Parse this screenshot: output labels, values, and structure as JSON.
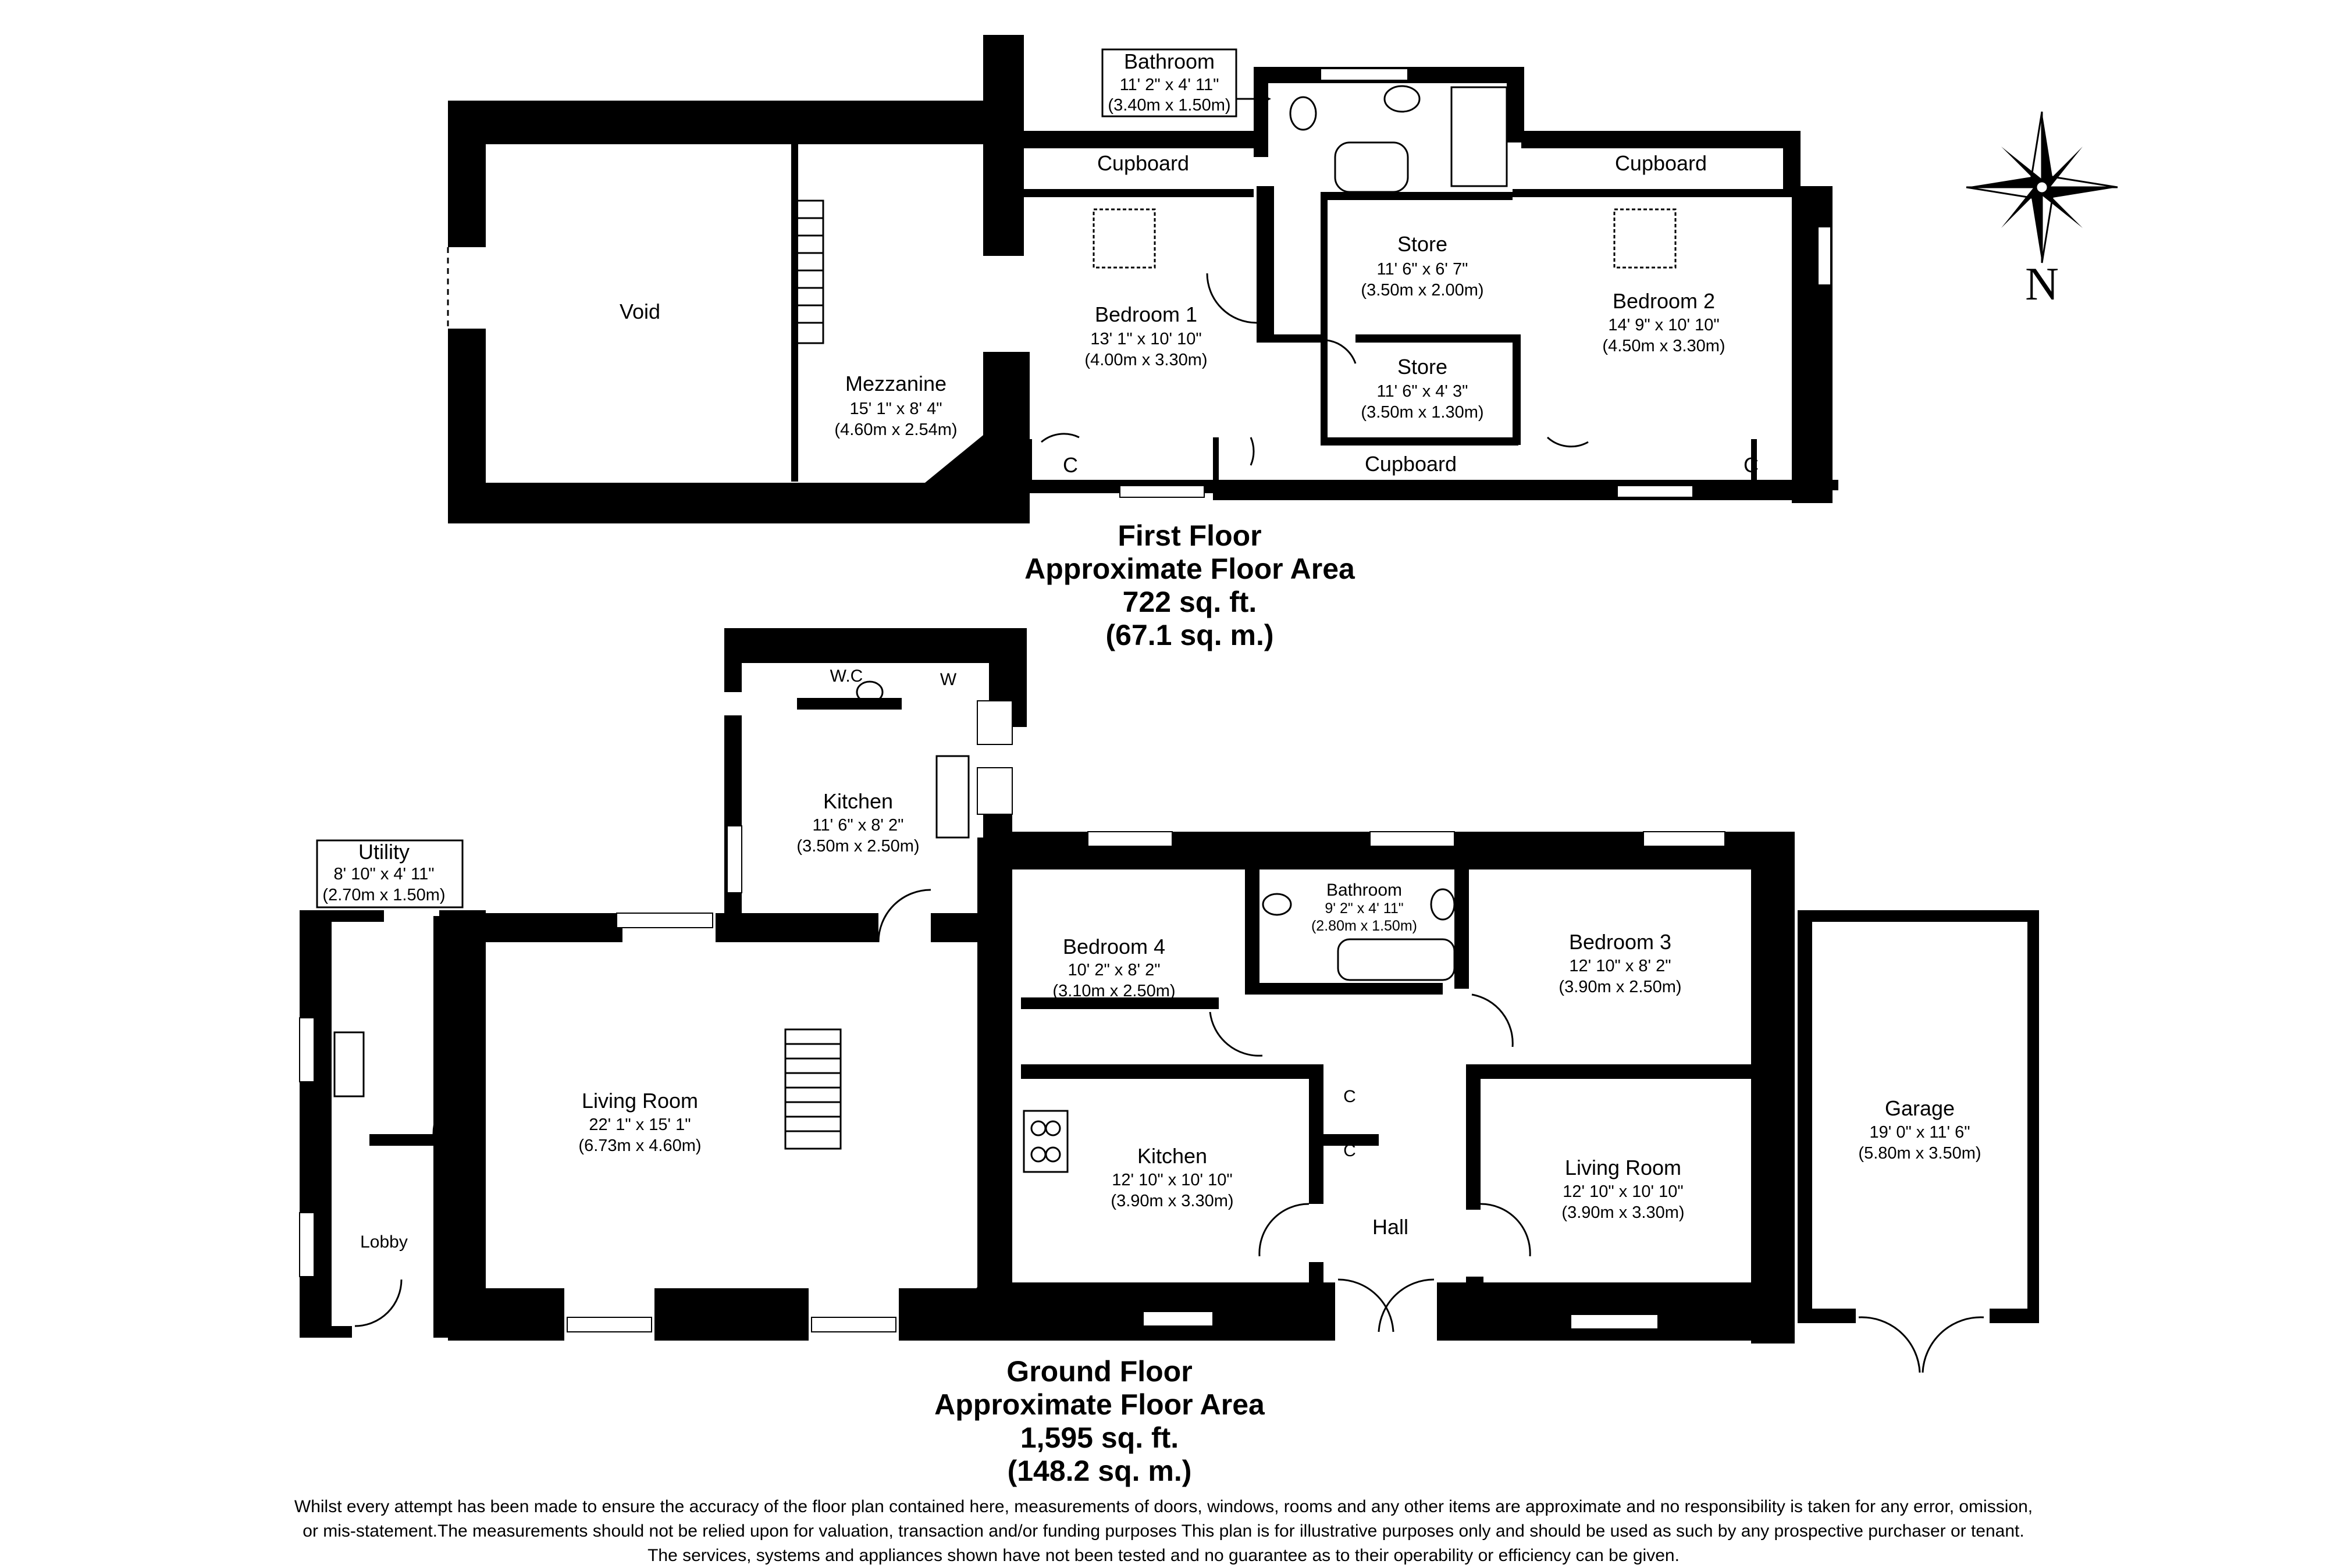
{
  "compass": {
    "label": "N"
  },
  "first_floor": {
    "title": "First Floor",
    "area_label": "Approximate Floor Area",
    "area_sqft": "722 sq. ft.",
    "area_sqm": "(67.1 sq. m.)",
    "rooms": {
      "void": {
        "name": "Void"
      },
      "mezzanine": {
        "name": "Mezzanine",
        "dim_imperial": "15' 1\" x 8' 4\"",
        "dim_metric": "(4.60m x 2.54m)"
      },
      "bedroom1": {
        "name": "Bedroom 1",
        "dim_imperial": "13' 1\" x 10' 10\"",
        "dim_metric": "(4.00m x 3.30m)"
      },
      "bathroom": {
        "name": "Bathroom",
        "dim_imperial": "11' 2\" x 4' 11\"",
        "dim_metric": "(3.40m x 1.50m)"
      },
      "store1": {
        "name": "Store",
        "dim_imperial": "11' 6\" x 6' 7\"",
        "dim_metric": "(3.50m x 2.00m)"
      },
      "store2": {
        "name": "Store",
        "dim_imperial": "11' 6\" x 4' 3\"",
        "dim_metric": "(3.50m x 1.30m)"
      },
      "bedroom2": {
        "name": "Bedroom 2",
        "dim_imperial": "14' 9\" x 10' 10\"",
        "dim_metric": "(4.50m x 3.30m)"
      },
      "cupboard_a": {
        "name": "Cupboard"
      },
      "cupboard_b": {
        "name": "Cupboard"
      },
      "cupboard_c": {
        "name": "Cupboard"
      },
      "c_left": {
        "name": "C"
      },
      "c_right": {
        "name": "C"
      }
    }
  },
  "ground_floor": {
    "title": "Ground Floor",
    "area_label": "Approximate Floor Area",
    "area_sqft": "1,595 sq. ft.",
    "area_sqm": "(148.2 sq. m.)",
    "rooms": {
      "utility": {
        "name": "Utility",
        "dim_imperial": "8' 10\" x 4' 11\"",
        "dim_metric": "(2.70m x 1.50m)"
      },
      "lobby": {
        "name": "Lobby"
      },
      "living_room_left": {
        "name": "Living Room",
        "dim_imperial": "22' 1\" x 15' 1\"",
        "dim_metric": "(6.73m x 4.60m)"
      },
      "kitchen_left": {
        "name": "Kitchen",
        "dim_imperial": "11' 6\" x 8' 2\"",
        "dim_metric": "(3.50m x 2.50m)"
      },
      "wc": {
        "name": "W.C"
      },
      "w": {
        "name": "W"
      },
      "bedroom4": {
        "name": "Bedroom 4",
        "dim_imperial": "10' 2\" x 8' 2\"",
        "dim_metric": "(3.10m x 2.50m)"
      },
      "bathroom": {
        "name": "Bathroom",
        "dim_imperial": "9' 2\" x 4' 11\"",
        "dim_metric": "(2.80m x 1.50m)"
      },
      "bedroom3": {
        "name": "Bedroom 3",
        "dim_imperial": "12' 10\" x 8' 2\"",
        "dim_metric": "(3.90m x 2.50m)"
      },
      "kitchen_right": {
        "name": "Kitchen",
        "dim_imperial": "12' 10\" x 10' 10\"",
        "dim_metric": "(3.90m x 3.30m)"
      },
      "c_top": {
        "name": "C"
      },
      "c_bottom": {
        "name": "C"
      },
      "hall": {
        "name": "Hall"
      },
      "living_room_right": {
        "name": "Living Room",
        "dim_imperial": "12' 10\" x 10' 10\"",
        "dim_metric": "(3.90m x 3.30m)"
      },
      "garage": {
        "name": "Garage",
        "dim_imperial": "19' 0\" x 11' 6\"",
        "dim_metric": "(5.80m x 3.50m)"
      }
    }
  },
  "disclaimer": {
    "line1": "Whilst every attempt has been made to ensure the accuracy of the floor plan contained here, measurements of doors, windows, rooms and any other items are approximate and no responsibility is taken for any error, omission,",
    "line2": "or mis-statement.The measurements should not be relied upon for valuation, transaction and/or funding purposes This plan is for illustrative purposes only and should be used as such by any prospective purchaser or tenant.",
    "line3": "The services, systems and appliances shown have not been tested and no guarantee as to their operability or efficiency can be given."
  }
}
